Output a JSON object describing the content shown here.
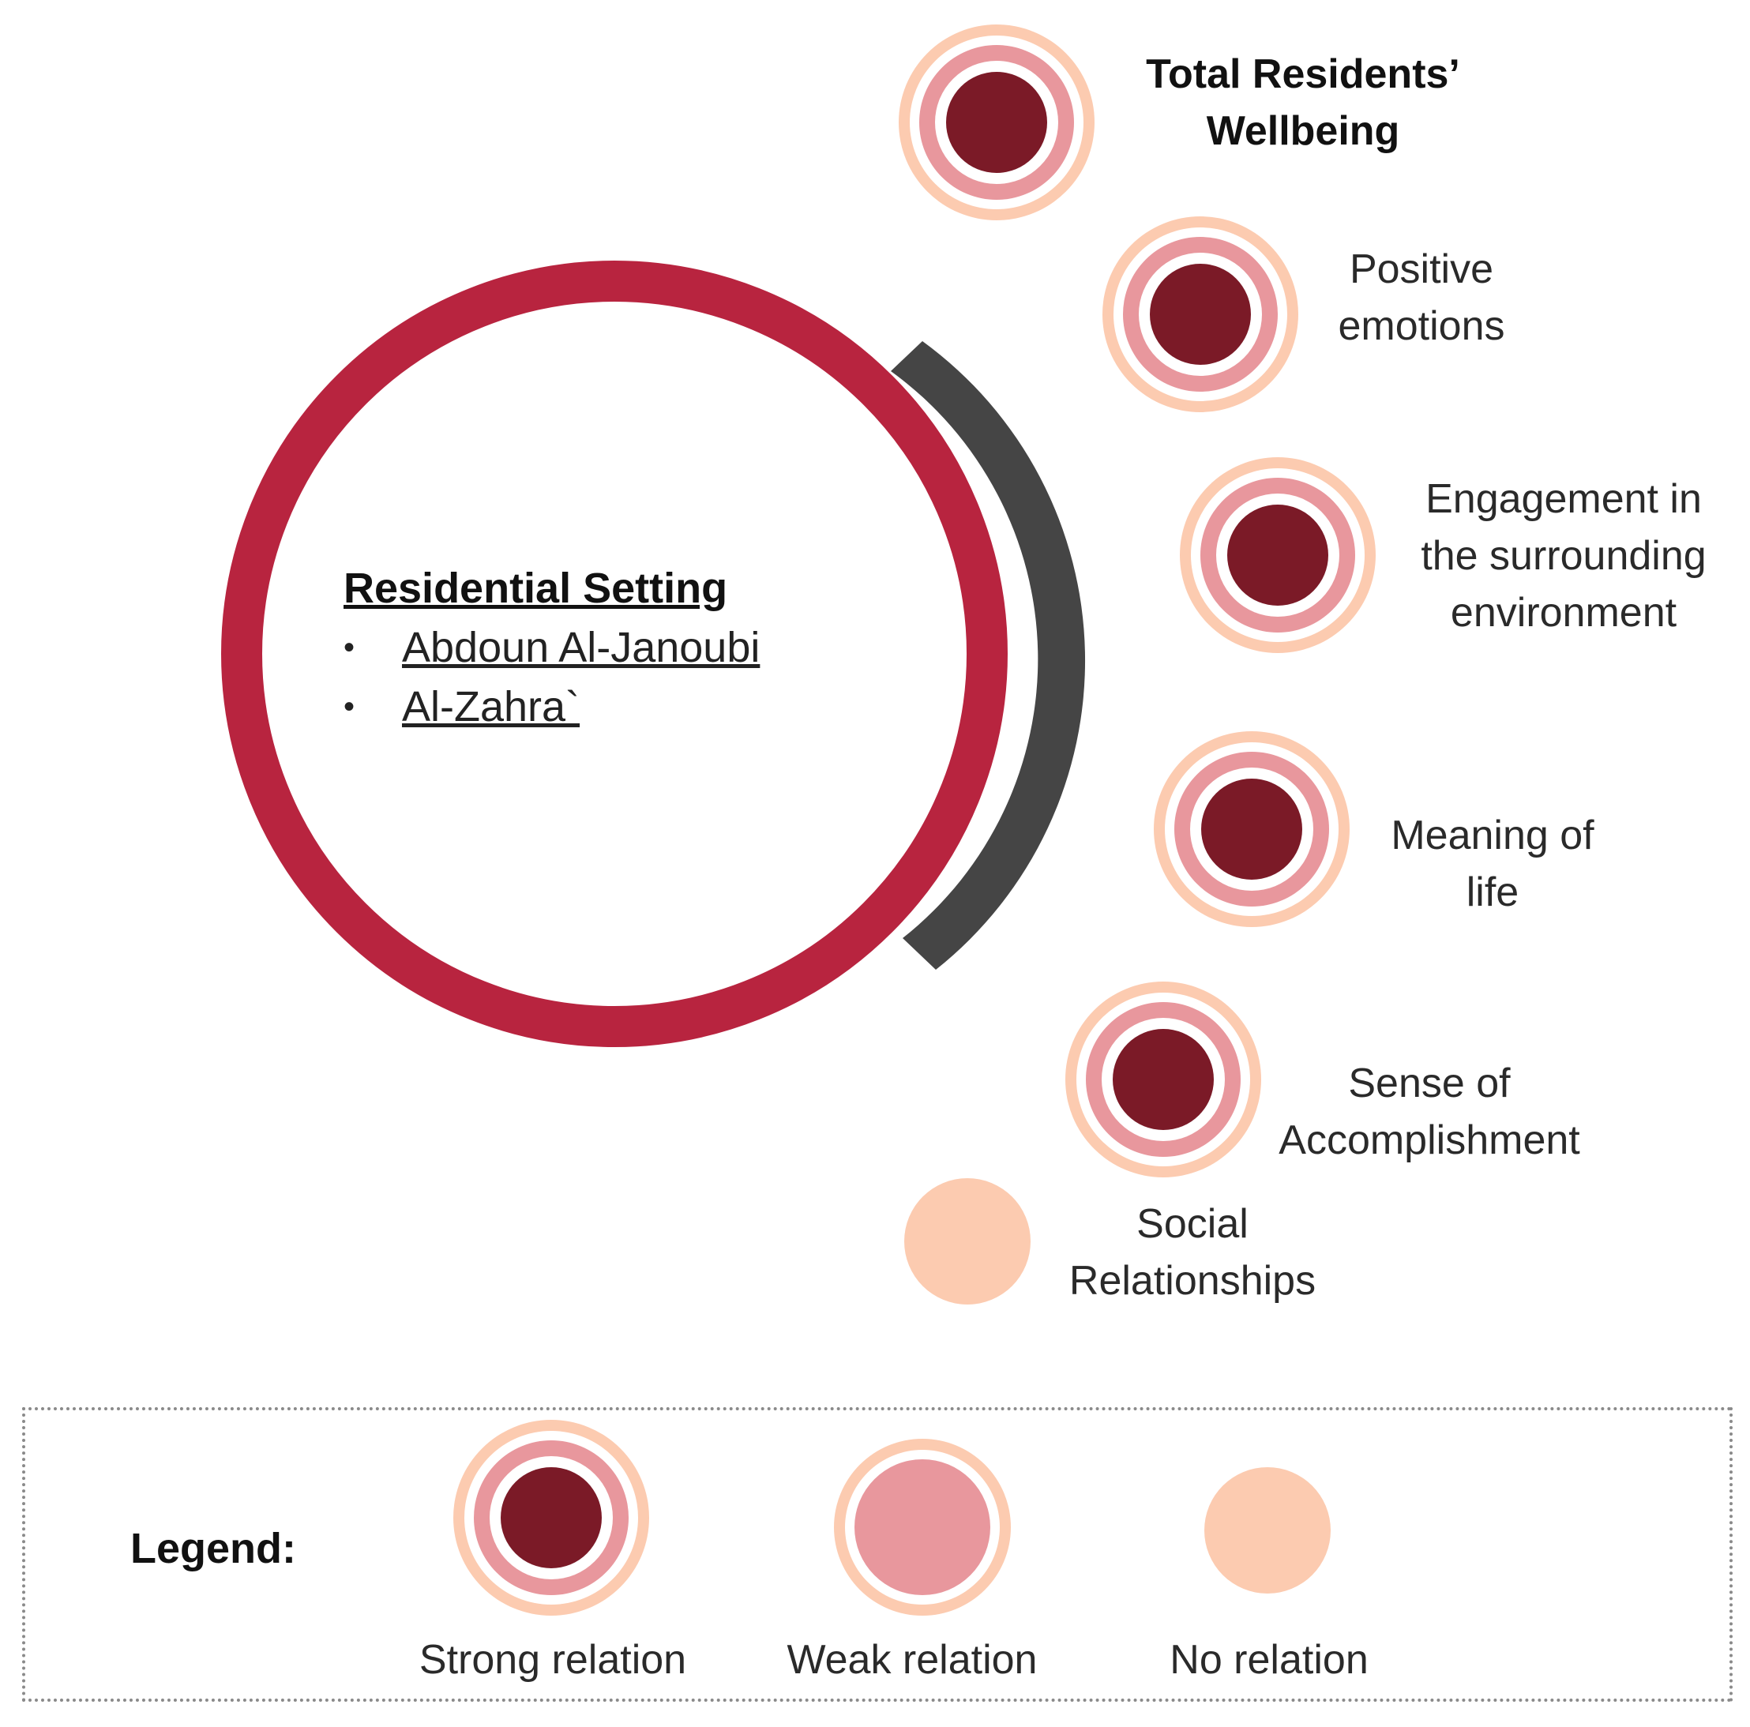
{
  "center": {
    "title": "Residential Setting",
    "items": [
      "Abdoun Al-Janoubi",
      "Al-Zahra`"
    ]
  },
  "outcomes": [
    {
      "lines": [
        "Total Residents’",
        "Wellbeing"
      ],
      "relation": "strong"
    },
    {
      "lines": [
        "Positive",
        "emotions"
      ],
      "relation": "strong"
    },
    {
      "lines": [
        "Engagement in",
        "the surrounding",
        "environment"
      ],
      "relation": "strong"
    },
    {
      "lines": [
        "Meaning of",
        "life"
      ],
      "relation": "strong"
    },
    {
      "lines": [
        "Sense of",
        "Accomplishment"
      ],
      "relation": "strong"
    },
    {
      "lines": [
        "Social",
        "Relationships"
      ],
      "relation": "none"
    }
  ],
  "legend": {
    "title": "Legend:",
    "items": [
      {
        "label": "Strong relation",
        "relation": "strong"
      },
      {
        "label": "Weak relation",
        "relation": "weak"
      },
      {
        "label": "No relation",
        "relation": "none"
      }
    ]
  },
  "colors": {
    "ring_red": "#b8243f",
    "arc_gray": "#454545",
    "dark_core": "#7b1a27",
    "pink": "#e8979d",
    "peach": "#fccbb0"
  }
}
